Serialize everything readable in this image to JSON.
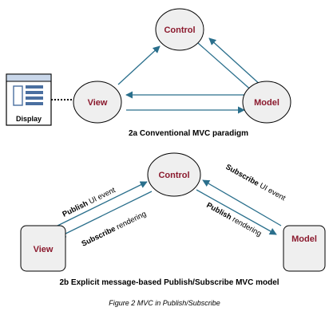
{
  "part_a": {
    "nodes": {
      "control": "Control",
      "view": "View",
      "model": "Model",
      "display": "Display"
    },
    "caption": "2a Conventional MVC paradigm"
  },
  "part_b": {
    "nodes": {
      "control": "Control",
      "view": "View",
      "model": "Model"
    },
    "arrows": {
      "publish_ui_bold": "Publish",
      "publish_ui_rest": " UI event",
      "subscribe_render_bold": "Subscribe",
      "subscribe_render_rest": " rendering",
      "subscribe_ui_bold": "Subscribe",
      "subscribe_ui_rest": " UI event",
      "publish_render_bold": "Publish",
      "publish_render_rest": " rendering"
    },
    "caption": "2b Explicit message-based Publish/Subscribe MVC model"
  },
  "figure_caption": "Figure 2 MVC in Publish/Subscribe",
  "colors": {
    "node_fill": "#efefef",
    "node_label": "#8b1a2e",
    "arrow": "#2a6f8c",
    "display_header": "#c9d7ea",
    "display_icon": "#4a6fa0"
  }
}
